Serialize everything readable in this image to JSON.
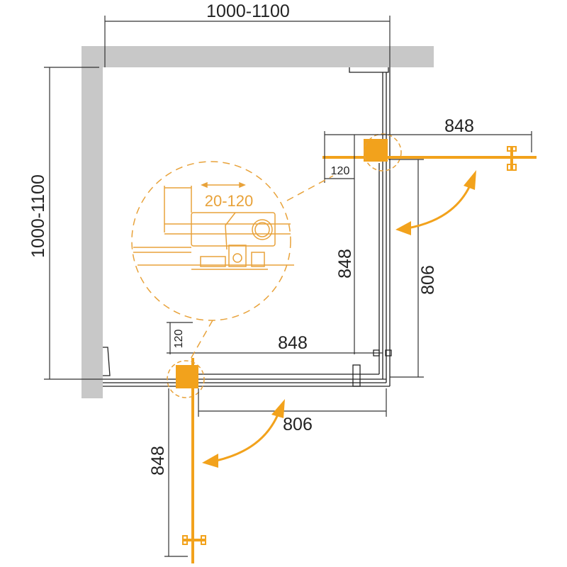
{
  "dimensions": {
    "top_width": "1000-1100",
    "left_depth": "1000-1100",
    "right_door_width": "848",
    "right_door_adjust": "120",
    "right_side_inner": "848",
    "right_opening": "806",
    "bottom_adjust": "120",
    "bottom_inner": "848",
    "bottom_opening": "806",
    "left_door_width": "848"
  },
  "detail": {
    "adjust_range": "20-120"
  },
  "colors": {
    "wall": "#c8c8c8",
    "door": "#f2a21c",
    "detail": "#e8a23a",
    "line": "#333333"
  }
}
